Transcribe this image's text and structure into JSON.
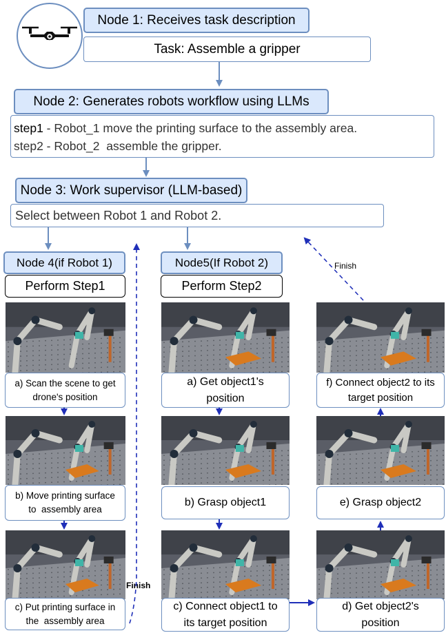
{
  "node1": {
    "title": "Node 1: Receives task description",
    "task": "Task: Assemble a gripper",
    "icon": "drone-icon"
  },
  "node2": {
    "title": "Node 2: Generates robots workflow using LLMs",
    "step1_prefix": "step1",
    "step1_text": " - Robot_1 move the printing surface to the assembly area.",
    "step2": "step2 - Robot_2  assemble the gripper."
  },
  "node3": {
    "title": "Node 3: Work supervisor (LLM-based)",
    "text": "Select between Robot 1 and Robot 2."
  },
  "node4": {
    "title": "Node 4(if Robot 1)",
    "perform": "Perform Step1",
    "steps": [
      {
        "line1": "a) Scan the scene to get",
        "line2": "drone's position"
      },
      {
        "line1": "b) Move printing surface",
        "line2": "to  assembly area"
      },
      {
        "line1": "c) Put printing surface in",
        "line2": "the  assembly area"
      }
    ]
  },
  "node5": {
    "title": "Node5(If Robot 2)",
    "perform": "Perform Step2",
    "steps": [
      {
        "line1": "a) Get object1's",
        "line2": "position"
      },
      {
        "line1": "b) Grasp object1",
        "line2": ""
      },
      {
        "line1": "c) Connect object1 to",
        "line2": "its target position"
      },
      {
        "line1": "d) Get object2's",
        "line2": "position"
      },
      {
        "line1": "e) Grasp object2",
        "line2": ""
      },
      {
        "line1": "f) Connect object2 to its",
        "line2": "target position"
      }
    ]
  },
  "labels": {
    "finish_left": "Finish",
    "finish_right": "Finish"
  },
  "colors": {
    "header_fill": "#dae8fc",
    "header_border": "#6c8ebf",
    "arrow_grey": "#6c8ebf",
    "arrow_blue": "#1f2fb8"
  }
}
